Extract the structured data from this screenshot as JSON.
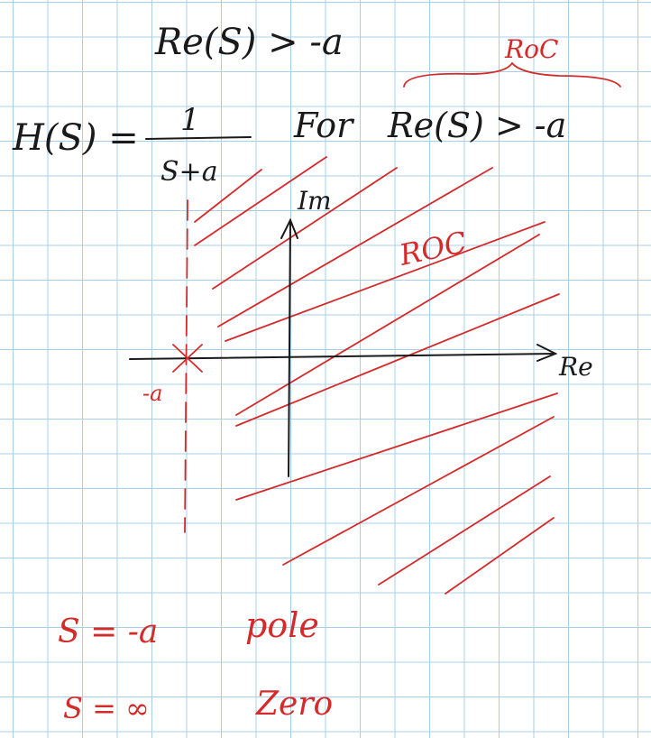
{
  "colors": {
    "ink": "#1a1a1a",
    "red_ink": "#d42a2a",
    "grid": "#a9cfe8"
  },
  "header": {
    "condition": "Re(S) > -a",
    "roc_tag": "RoC"
  },
  "transfer": {
    "lhs": "H(S) =",
    "numerator": "1",
    "denominator": "S+a",
    "for_text": "For",
    "condition": "Re(S) > -a"
  },
  "plane": {
    "im_label": "Im",
    "re_label": "Re",
    "region_label": "ROC",
    "pole_label": "-a"
  },
  "notes": [
    {
      "lhs": "S = -a",
      "rhs": "pole"
    },
    {
      "lhs": "S = ∞",
      "rhs": "Zero"
    }
  ]
}
